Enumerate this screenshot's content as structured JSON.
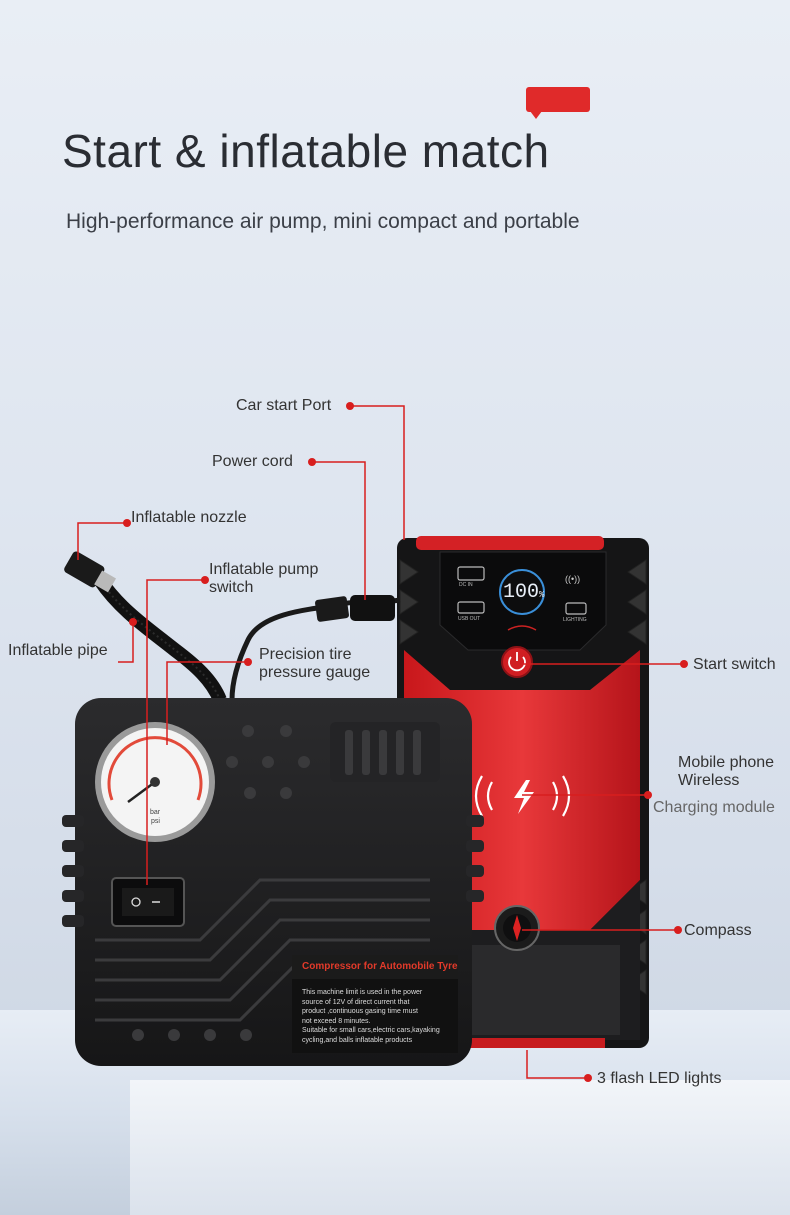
{
  "header": {
    "title": "Start & inflatable match",
    "subtitle": "High-performance air pump, mini compact and portable"
  },
  "callouts": {
    "car_start_port": "Car start Port",
    "power_cord": "Power cord",
    "inflatable_nozzle": "Inflatable nozzle",
    "inflatable_pump_switch_1": "Inflatable pump",
    "inflatable_pump_switch_2": "switch",
    "inflatable_pipe": "Inflatable pipe",
    "precision_gauge_1": "Precision tire",
    "precision_gauge_2": "pressure gauge",
    "start_switch": "Start switch",
    "wireless_1": "Mobile phone",
    "wireless_2": "Wireless",
    "wireless_3": "Charging module",
    "compass": "Compass",
    "led_lights": "3 flash LED lights"
  },
  "jump_starter": {
    "display_value": "100",
    "display_unit": "%",
    "icon_dc": "DC IN",
    "icon_usb": "USB OUT",
    "icon_lighting": "LIGHTING"
  },
  "compressor": {
    "label_title": "Compressor for Automobile Tyre",
    "label_lines": [
      "This machine limit is used in the power",
      "source of 12V of direct current that",
      "product ,continuous gasing time must",
      "not exceed 8 minutes.",
      "Suitable for small cars,electric cars,kayaking",
      "cycling,and balls inflatable products"
    ],
    "gauge_unit_1": "bar",
    "gauge_unit_2": "psi"
  },
  "colors": {
    "accent_red": "#e02a2a",
    "callout_dot": "#d81e1e"
  }
}
